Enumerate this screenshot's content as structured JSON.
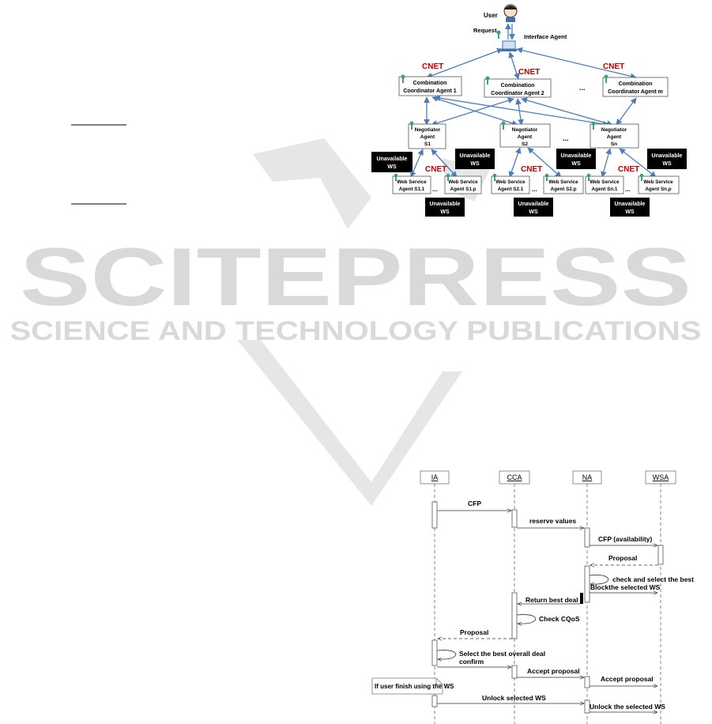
{
  "watermark": {
    "title": "SCITEPRESS",
    "subtitle": "SCIENCE AND TECHNOLOGY PUBLICATIONS"
  },
  "colors": {
    "arrow": "#4a7ebb",
    "cnet": "#c00000",
    "agent_icon": "#3aa37a",
    "unavailable_bg": "#000000",
    "watermark": "#d9d9d9"
  },
  "architecture": {
    "user": "User",
    "user_icon": "person-avatar-icon",
    "request": "Request",
    "interface_agent": "Interface Agent",
    "cnet": "CNET",
    "ellipsis": "...",
    "coordinators": [
      {
        "line1": "Combination",
        "line2": "Coordinator Agent 1"
      },
      {
        "line1": "Combination",
        "line2": "Coordinator Agent 2"
      },
      {
        "line1": "Combination",
        "line2": "Coordinator Agent m"
      }
    ],
    "negotiators": [
      {
        "line1": "Negotiator",
        "line2": "Agent",
        "line3": "S1"
      },
      {
        "line1": "Negotiator",
        "line2": "Agent",
        "line3": "S2"
      },
      {
        "line1": "Negotiator",
        "line2": "Agent",
        "line3": "Sn"
      }
    ],
    "web_services": [
      {
        "line1": "Web Service",
        "line2": "Agent S1.1"
      },
      {
        "line1": "Web Service",
        "line2": "Agent S1.p"
      },
      {
        "line1": "Web Service",
        "line2": "Agent S2.1"
      },
      {
        "line1": "Web Service",
        "line2": "Agent S2.p"
      },
      {
        "line1": "Web Service",
        "line2": "Agent Sn.1"
      },
      {
        "line1": "Web Service",
        "line2": "Agent Sn.p"
      }
    ],
    "unavailable": {
      "line1": "Unavailable",
      "line2": "WS"
    }
  },
  "sequence": {
    "lifelines": [
      "IA",
      "CCA",
      "NA",
      "WSA"
    ],
    "messages": {
      "cfp": "CFP",
      "reserve": "reserve values",
      "cfp_avail": "CFP (availability)",
      "proposal1": "Proposal",
      "check_select": "check and select the best",
      "block": "Blockthe selected WS",
      "return_best": "Return best deal",
      "check_cqos": "Check CQoS",
      "proposal2": "Proposal",
      "select_overall": "Select the best overall deal",
      "confirm": "confirm",
      "accept1": "Accept proposal",
      "accept2": "Accept proposal",
      "note": "If user finish using the WS",
      "unlock1": "Unlock selected WS",
      "unlock2": "Unlock the selected WS"
    }
  }
}
